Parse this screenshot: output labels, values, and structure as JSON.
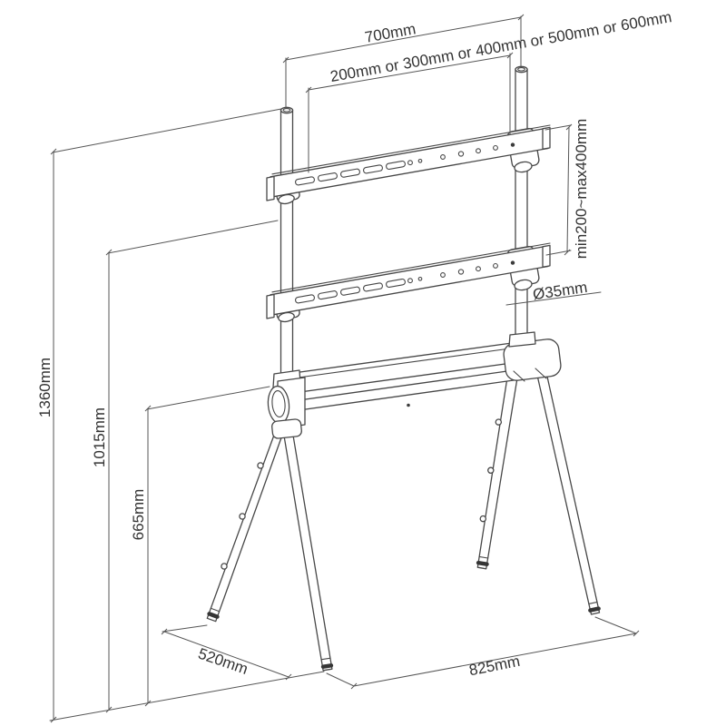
{
  "diagram": {
    "subject": "easel-style TV floor stand technical dimension drawing",
    "background_color": "#ffffff",
    "line_color": "#474747",
    "text_color": "#333333",
    "dimensions": {
      "top_width": "700mm",
      "vesa_widths": "200mm or 300mm or 400mm or 500mm or 600mm",
      "vesa_height_range": "min200~max400mm",
      "pole_diameter": "Ø35mm",
      "total_height": "1360mm",
      "bracket_height": "1015mm",
      "crossbar_height": "665mm",
      "base_depth": "520mm",
      "base_width": "825mm"
    }
  }
}
